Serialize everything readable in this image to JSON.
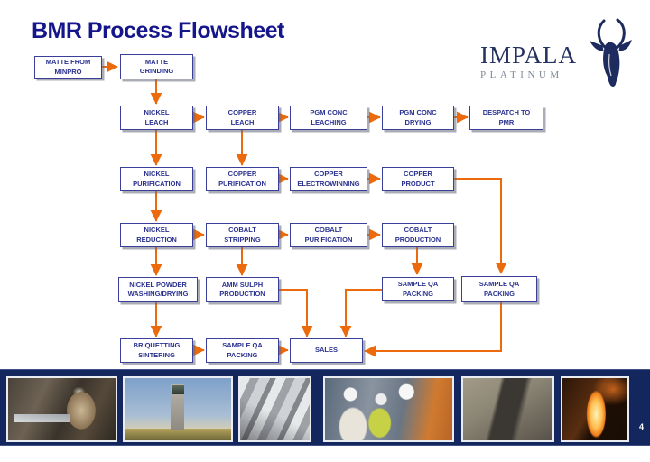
{
  "slide": {
    "title": "BMR Process Flowsheet",
    "page_number": "4"
  },
  "logo": {
    "name": "IMPALA",
    "subname": "PLATINUM",
    "mark_icon": "impala-antelope-head-icon"
  },
  "colors": {
    "accent_orange": "#ed6a0c",
    "node_border": "#3a3f99",
    "node_text": "#2a3190",
    "title_navy": "#15158c",
    "band_navy": "#13265e",
    "logo_navy": "#24325f"
  },
  "flowchart": {
    "nodes": [
      {
        "id": "matte-from-minpro",
        "label": "MATTE FROM\nMINPRO"
      },
      {
        "id": "matte-grinding",
        "label": "MATTE\nGRINDING"
      },
      {
        "id": "nickel-leach",
        "label": "NICKEL\nLEACH"
      },
      {
        "id": "copper-leach",
        "label": "COPPER\nLEACH"
      },
      {
        "id": "pgm-conc-leaching",
        "label": "PGM CONC\nLEACHING"
      },
      {
        "id": "pgm-conc-drying",
        "label": "PGM CONC\nDRYING"
      },
      {
        "id": "despatch-to-pmr",
        "label": "DESPATCH TO\nPMR"
      },
      {
        "id": "nickel-purification",
        "label": "NICKEL\nPURIFICATION"
      },
      {
        "id": "copper-purification",
        "label": "COPPER\nPURIFICATION"
      },
      {
        "id": "copper-electrowinning",
        "label": "COPPER\nELECTROWINNING"
      },
      {
        "id": "copper-product",
        "label": "COPPER\nPRODUCT"
      },
      {
        "id": "nickel-reduction",
        "label": "NICKEL\nREDUCTION"
      },
      {
        "id": "cobalt-stripping",
        "label": "COBALT\nSTRIPPING"
      },
      {
        "id": "cobalt-purification",
        "label": "COBALT\nPURIFICATION"
      },
      {
        "id": "cobalt-production",
        "label": "COBALT\nPRODUCTION"
      },
      {
        "id": "nickel-powder-washing-drying",
        "label": "NICKEL POWDER\nWASHING/DRYING"
      },
      {
        "id": "amm-sulph-production",
        "label": "AMM SULPH\nPRODUCTION"
      },
      {
        "id": "sample-qa-packing-cobalt",
        "label": "SAMPLE QA\nPACKING"
      },
      {
        "id": "sample-qa-packing-copper",
        "label": "SAMPLE QA\nPACKING"
      },
      {
        "id": "briquetting-sintering",
        "label": "BRIQUETTING\nSINTERING"
      },
      {
        "id": "sample-qa-packing-nickel",
        "label": "SAMPLE QA\nPACKING"
      },
      {
        "id": "sales",
        "label": "SALES"
      }
    ],
    "edges": [
      "matte-from-minpro -> matte-grinding",
      "matte-grinding -> nickel-leach",
      "nickel-leach -> copper-leach",
      "copper-leach -> pgm-conc-leaching",
      "pgm-conc-leaching -> pgm-conc-drying",
      "pgm-conc-drying -> despatch-to-pmr",
      "nickel-leach -> nickel-purification",
      "copper-leach -> copper-purification",
      "copper-purification -> copper-electrowinning",
      "copper-electrowinning -> copper-product",
      "copper-product -> sample-qa-packing-copper",
      "nickel-purification -> nickel-reduction",
      "nickel-reduction -> cobalt-stripping",
      "cobalt-stripping -> cobalt-purification",
      "cobalt-purification -> cobalt-production",
      "nickel-reduction -> nickel-powder-washing-drying",
      "cobalt-stripping -> amm-sulph-production",
      "cobalt-production -> sample-qa-packing-cobalt",
      "nickel-powder-washing-drying -> briquetting-sintering",
      "amm-sulph-production -> sales",
      "sample-qa-packing-cobalt -> sales",
      "sample-qa-packing-copper -> sales",
      "briquetting-sintering -> sample-qa-packing-nickel",
      "sample-qa-packing-nickel -> sales"
    ]
  },
  "photos": [
    {
      "name": "underground-drill-operator-photo"
    },
    {
      "name": "mine-shaft-headgear-tower-photo"
    },
    {
      "name": "refined-metal-bars-photo"
    },
    {
      "name": "mine-workers-hard-hats-photo"
    },
    {
      "name": "aerial-mine-site-photo"
    },
    {
      "name": "molten-metal-pour-photo"
    }
  ]
}
